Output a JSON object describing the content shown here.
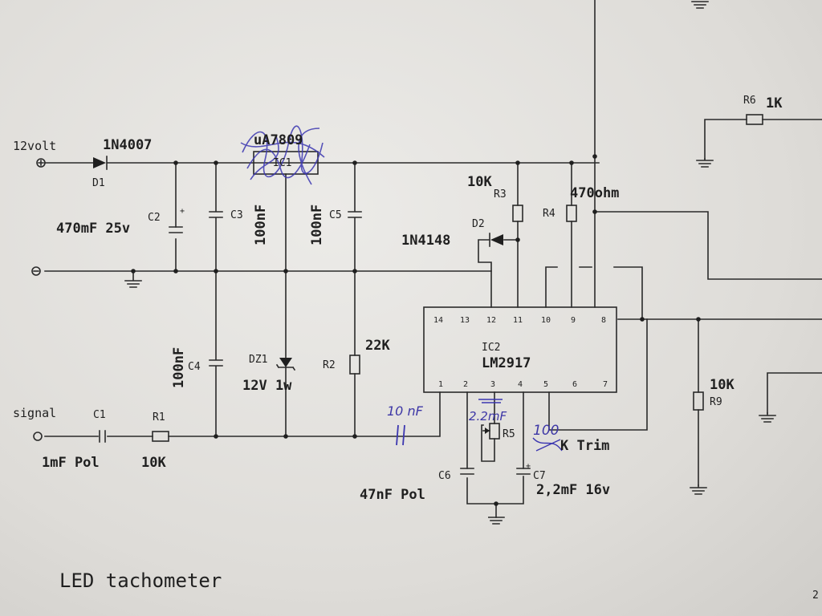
{
  "title": "LED tachometer",
  "corner_fragment": "2",
  "inputs": {
    "supply": "12volt",
    "signal": "signal"
  },
  "diode_d1": {
    "name": "D1",
    "value": "1N4007"
  },
  "capacitor_c2": {
    "name": "C2",
    "value": "470mF 25v"
  },
  "capacitor_c3": {
    "name": "C3",
    "value": "100nF"
  },
  "regulator_ic1": {
    "name": "IC1",
    "value": "uA7809"
  },
  "capacitor_c5": {
    "name": "C5",
    "value": "100nF"
  },
  "resistor_r2": {
    "name": "R2",
    "value": "22K"
  },
  "zener_dz1": {
    "name": "DZ1",
    "value": "12V 1w"
  },
  "capacitor_c4": {
    "name": "C4",
    "value": "100nF"
  },
  "capacitor_c1": {
    "name": "C1",
    "value": "1mF Pol"
  },
  "resistor_r1": {
    "name": "R1",
    "value": "10K"
  },
  "resistor_r3": {
    "name": "R3",
    "value": "10K"
  },
  "resistor_r4": {
    "name": "R4",
    "value": "470ohm"
  },
  "diode_d2": {
    "name": "D2",
    "value": "1N4148"
  },
  "resistor_r6": {
    "name": "R6",
    "value": "1K"
  },
  "ic2": {
    "name": "IC2",
    "part": "LM2917",
    "top_pins": [
      "14",
      "13",
      "12",
      "11",
      "10",
      "9",
      "8"
    ],
    "bottom_pins": [
      "1",
      "2",
      "3",
      "4",
      "5",
      "6",
      "7"
    ]
  },
  "capacitor_c6": {
    "name": "C6",
    "value": "47nF Pol"
  },
  "capacitor_c7": {
    "name": "C7",
    "value": "2,2mF 16v"
  },
  "trim_r5": {
    "name": "R5",
    "value": "K Trim"
  },
  "resistor_r9": {
    "name": "R9",
    "value": "10K"
  },
  "handwritten": {
    "cap_note": "10 nF",
    "c7_note": "2.2mF",
    "trim_note": "100"
  }
}
